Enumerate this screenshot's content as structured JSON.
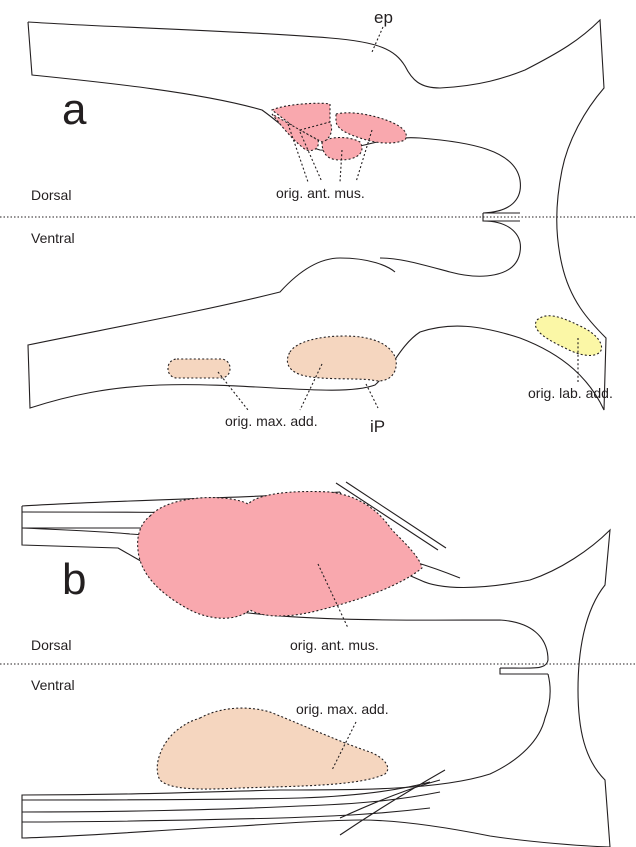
{
  "panel_a": {
    "letter": "a",
    "label_ep": "ep",
    "label_dorsal": "Dorsal",
    "label_ventral": "Ventral",
    "label_orig_ant_mus": "orig. ant. mus.",
    "label_orig_max_add": "orig. max. add.",
    "label_ip": "iP",
    "label_orig_lab_add": "orig. lab. add."
  },
  "panel_b": {
    "letter": "b",
    "label_dorsal": "Dorsal",
    "label_ventral": "Ventral",
    "label_orig_ant_mus": "orig. ant. mus.",
    "label_orig_max_add": "orig. max. add."
  },
  "colors": {
    "anterior_muscle": "#f9a8ae",
    "maxillary_adductor": "#f5d6bf",
    "labial_adductor": "#fbf7a6",
    "outline": "#231f20"
  }
}
